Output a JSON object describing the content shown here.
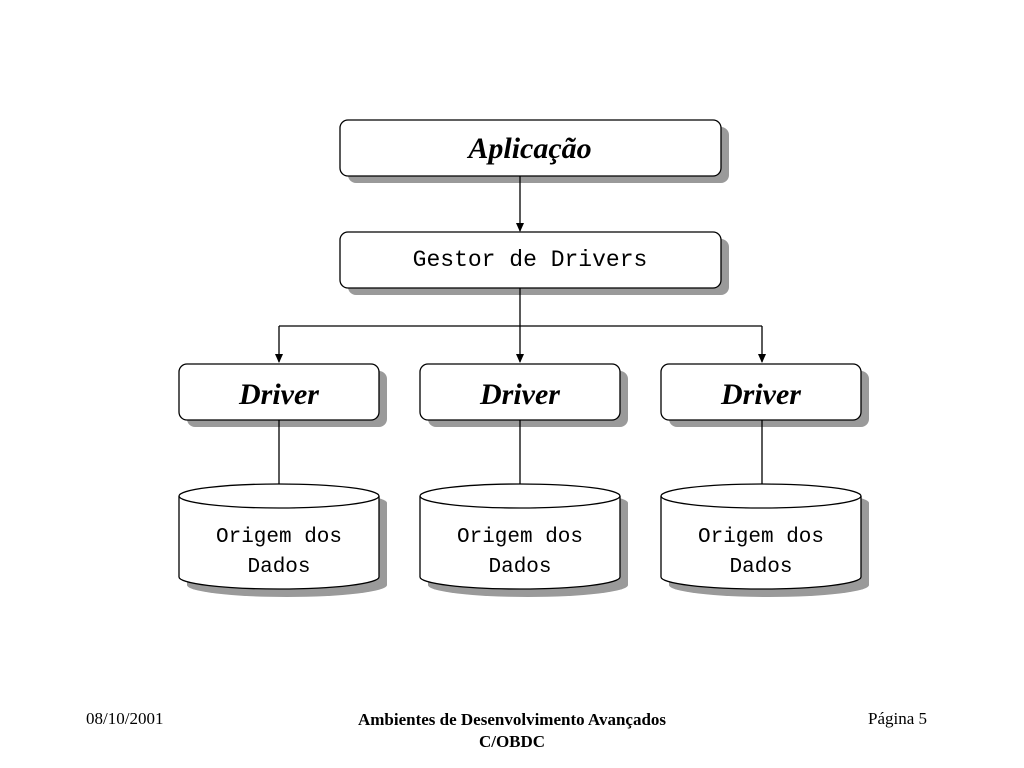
{
  "diagram": {
    "nodes": {
      "aplicacao": {
        "label": "Aplicação"
      },
      "gestor": {
        "label": "Gestor de Drivers"
      },
      "drivers": [
        {
          "label": "Driver"
        },
        {
          "label": "Driver"
        },
        {
          "label": "Driver"
        }
      ],
      "origens": [
        {
          "line1": "Origem dos",
          "line2": "Dados"
        },
        {
          "line1": "Origem dos",
          "line2": "Dados"
        },
        {
          "line1": "Origem dos",
          "line2": "Dados"
        }
      ]
    },
    "colors": {
      "box_fill": "#ffffff",
      "stroke": "#000000",
      "shadow": "#9a9a9a"
    }
  },
  "footer": {
    "date": "08/10/2001",
    "title_line1": "Ambientes de Desenvolvimento Avançados",
    "title_line2": "C/OBDC",
    "page": "Página 5"
  }
}
